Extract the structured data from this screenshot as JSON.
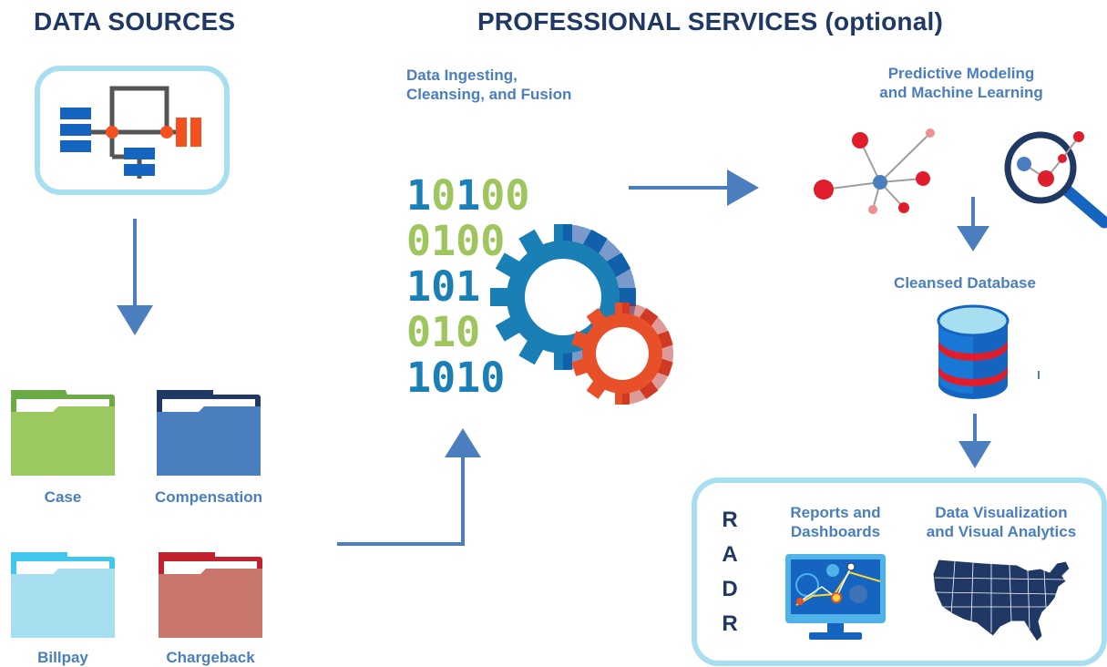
{
  "headers": {
    "data_sources": "DATA SOURCES",
    "professional_services": "PROFESSIONAL SERVICES (optional)"
  },
  "folders": [
    {
      "label": "Case",
      "color": "#9cc862",
      "tab": "#6aab45"
    },
    {
      "label": "Compensation",
      "color": "#4a7ebf",
      "tab": "#1f3864"
    },
    {
      "label": "Billpay",
      "color": "#a8dff0",
      "tab": "#40c8ec"
    },
    {
      "label": "Chargeback",
      "color": "#c8756b",
      "tab": "#c0222e"
    }
  ],
  "steps": {
    "ingest": "Data Ingesting,\nCleansing, and Fusion",
    "predictive": "Predictive Modeling\nand Machine Learning",
    "cleansed_db": "Cleansed Database",
    "reports": "Reports and\nDashboards",
    "visualization": "Data Visualization\nand Visual Analytics"
  },
  "binary_lines": [
    "10100",
    "0100",
    "101",
    "010",
    "1010"
  ],
  "radr_letters": [
    "R",
    "A",
    "D",
    "R"
  ],
  "colors": {
    "arrow": "#4a7ebf",
    "header": "#1f3864",
    "label": "#4a7ebf",
    "box_border": "#a8dff0",
    "gear_blue": "#1a7fb5",
    "gear_orange": "#e8502a"
  }
}
